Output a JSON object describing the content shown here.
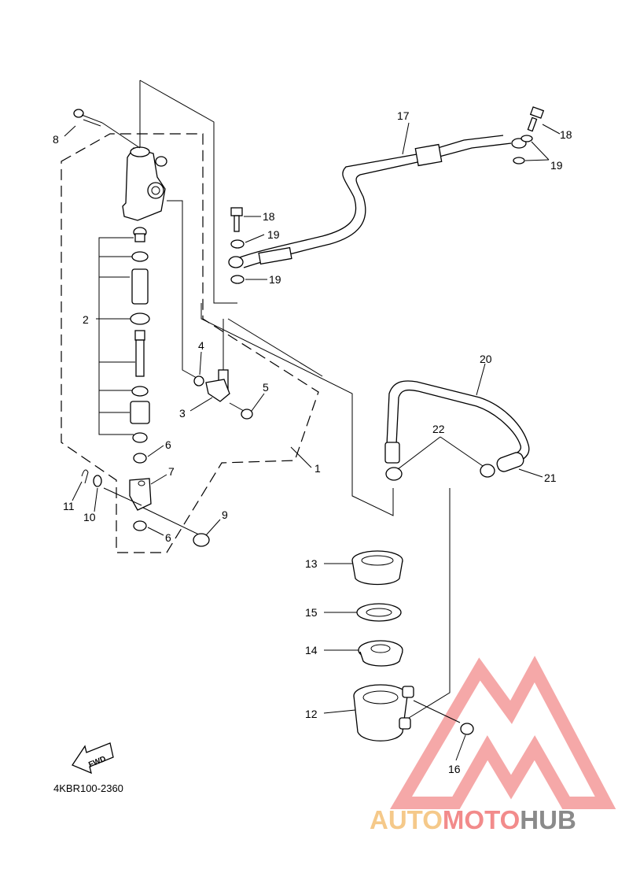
{
  "diagram": {
    "reference_code": "4KBR100-2360",
    "fwd_label": "FWD",
    "callouts": [
      "1",
      "2",
      "3",
      "4",
      "5",
      "6",
      "6",
      "7",
      "8",
      "9",
      "10",
      "11",
      "12",
      "13",
      "14",
      "15",
      "16",
      "17",
      "18",
      "18",
      "19",
      "19",
      "19",
      "20",
      "21",
      "22"
    ]
  },
  "watermark": {
    "part1": "AUTO",
    "part2": "MOTO",
    "part3": "HUB",
    "colors": {
      "auto": "#f5c98a",
      "moto": "#f28b8b",
      "hub": "#8a8a8a",
      "triangle": "#f28b8b"
    }
  }
}
